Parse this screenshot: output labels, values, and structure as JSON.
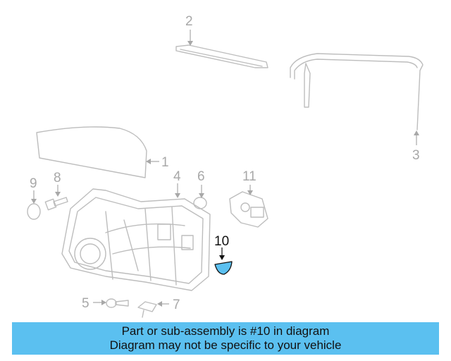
{
  "callouts": {
    "c1": "1",
    "c2": "2",
    "c3": "3",
    "c4": "4",
    "c5": "5",
    "c6": "6",
    "c7": "7",
    "c8": "8",
    "c9": "9",
    "c10": "10",
    "c11": "11"
  },
  "highlight": {
    "part": "10",
    "color": "#5bc0f0"
  },
  "banner": {
    "line1": "Part or sub-assembly is #10 in diagram",
    "line2": "Diagram may not be specific to your vehicle",
    "color": "#5bc0f0"
  }
}
